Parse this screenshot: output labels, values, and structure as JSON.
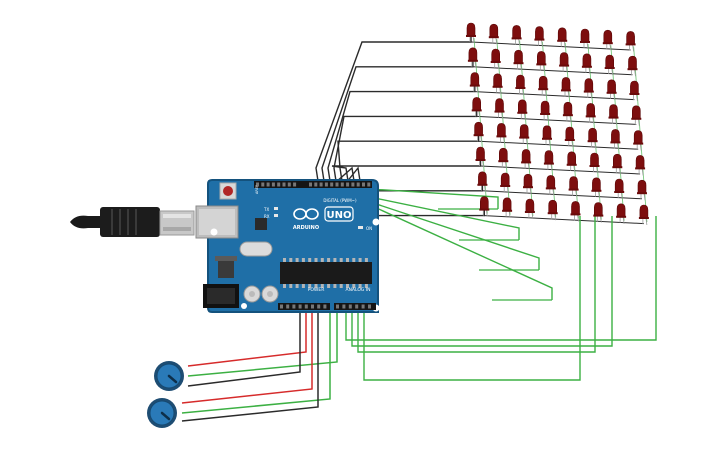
{
  "board": {
    "brand": "ARDUINO",
    "model": "UNO",
    "header_digital": "DIGITAL (PWM~)",
    "header_power": "POWER",
    "header_analog": "ANALOG IN",
    "label_tx": "TX",
    "label_rx": "RX",
    "label_aref": "AREF",
    "label_on": "ON",
    "body_color": "#1f6fa7",
    "edge_color": "#14527d"
  },
  "led_matrix": {
    "rows": 8,
    "cols": 8,
    "led_color": "#7d0e0e"
  },
  "potentiometers": {
    "count": 2,
    "knob_color": "#2a7ab8"
  },
  "wires": {
    "colors": {
      "row": "#2b2b2b",
      "column": "#3cb043",
      "power": "#d62b2b",
      "ground": "#2b2b2b",
      "signal": "#3cb043"
    }
  },
  "usb_cable": {
    "cable_color": "#1a1a1a",
    "plug_color": "#c8c8c8"
  }
}
